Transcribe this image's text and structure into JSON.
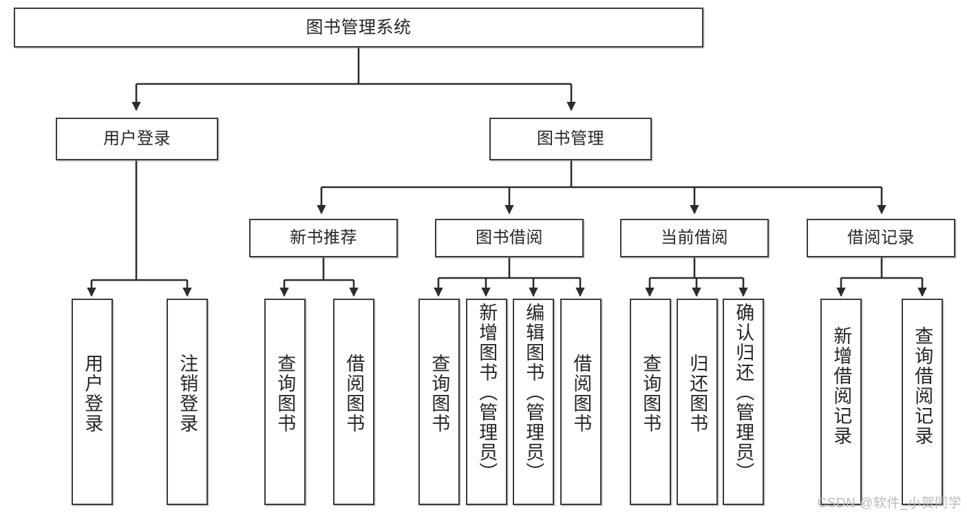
{
  "diagram": {
    "title": "图书管理系统",
    "type": "tree-hierarchy-chart",
    "colors": {
      "box_border": "#3a3a3a",
      "box_fill": "#ffffff",
      "connector": "#2b2b2b",
      "text": "#262626",
      "watermark": "#b9b9b9"
    },
    "root": {
      "label": "图书管理系统"
    },
    "level2": [
      {
        "label": "用户登录"
      },
      {
        "label": "图书管理"
      }
    ],
    "level3": [
      {
        "label": "新书推荐"
      },
      {
        "label": "图书借阅"
      },
      {
        "label": "当前借阅"
      },
      {
        "label": "借阅记录"
      }
    ],
    "leaves": {
      "user_login": [
        {
          "label": "用户登录"
        },
        {
          "label": "注销登录"
        }
      ],
      "new_book_recommend": [
        {
          "label": "查询图书"
        },
        {
          "label": "借阅图书"
        }
      ],
      "book_borrow": [
        {
          "label": "查询图书"
        },
        {
          "label": "新增图书（管理员）"
        },
        {
          "label": "编辑图书（管理员）"
        },
        {
          "label": "借阅图书"
        }
      ],
      "current_borrow": [
        {
          "label": "查询图书"
        },
        {
          "label": "归还图书"
        },
        {
          "label": "确认归还（管理员）"
        }
      ],
      "borrow_record": [
        {
          "label": "新增借阅记录"
        },
        {
          "label": "查询借阅记录"
        }
      ]
    }
  },
  "watermark": {
    "text": "CSDN @软件_小贺同学"
  }
}
